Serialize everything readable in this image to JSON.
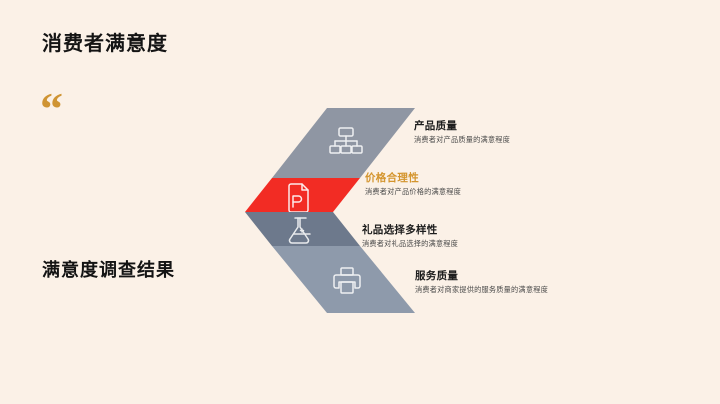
{
  "slide": {
    "title": "消费者满意度",
    "quote_mark": "“",
    "subtitle": "满意度调查结果",
    "background_color": "#fbf1e7",
    "accent_color": "#d4952e",
    "highlight_color": "#f22c24"
  },
  "chevron": {
    "bands": [
      {
        "icon": "org-chart-icon",
        "color": "#8f96a3"
      },
      {
        "icon": "presentation-file-icon",
        "color": "#f22c24"
      },
      {
        "icon": "flask-icon",
        "color": "#6d798c"
      },
      {
        "icon": "printer-icon",
        "color": "#8e9aab"
      }
    ]
  },
  "items": [
    {
      "title": "产品质量",
      "desc": "消费者对产品质量的满意程度",
      "highlighted": false
    },
    {
      "title": "价格合理性",
      "desc": "消费者对产品价格的满意程度",
      "highlighted": true
    },
    {
      "title": "礼品选择多样性",
      "desc": "消费者对礼品选择的满意程度",
      "highlighted": false
    },
    {
      "title": "服务质量",
      "desc": "消费者对商家提供的服务质量的满意程度",
      "highlighted": false
    }
  ]
}
